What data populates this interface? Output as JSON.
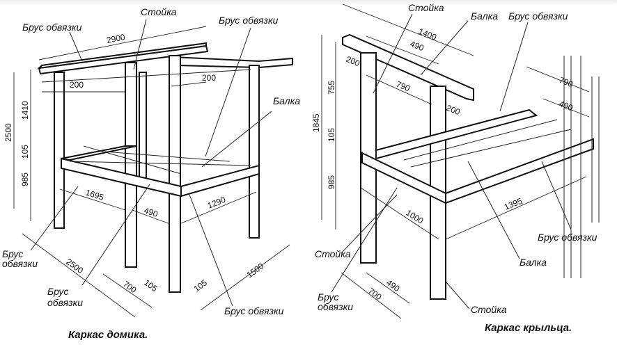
{
  "house_frame": {
    "caption": "Каркас домика.",
    "labels": {
      "top_rail": "Брус обвязки",
      "post": "Стойка",
      "top_rail_right": "Брус обвязки",
      "beam": "Балка",
      "rail_left_1": "Брус",
      "rail_left_2": "обвязки",
      "rail_bottom_1": "Брус",
      "rail_bottom_2": "обвязки",
      "rail_bottom_right": "Брус обвязки"
    },
    "dimensions": {
      "top_length": "2900",
      "overhang_left": "200",
      "overhang_right": "200",
      "total_height": "2500",
      "upper_height": "1410",
      "beam_thickness": "105",
      "lower_height": "985",
      "span_1": "1695",
      "span_2": "490",
      "span_3": "1290",
      "base_length": "2500",
      "base_width": "1500",
      "offset_700": "700",
      "post_1": "105",
      "post_2": "105"
    }
  },
  "porch_frame": {
    "caption": "Каркас крыльца.",
    "labels": {
      "post_top": "Стойка",
      "beam_top": "Балка",
      "rail_top": "Брус обвязки",
      "rail_right": "Брус обвязки",
      "beam_bottom": "Балка",
      "post_left": "Стойка",
      "rail_left_1": "Брус",
      "rail_left_2": "обвязки",
      "post_bottom": "Стойка"
    },
    "dimensions": {
      "top_length": "1400",
      "inner_490": "490",
      "overhang_left": "200",
      "span_790": "790",
      "overhang_right": "200",
      "total_height": "1845",
      "upper_height": "755",
      "beam_thickness": "105",
      "lower_height": "985",
      "depth": "1000",
      "length": "1395",
      "right_790": "790",
      "right_490": "490",
      "base_490": "490",
      "base_700": "700"
    }
  }
}
